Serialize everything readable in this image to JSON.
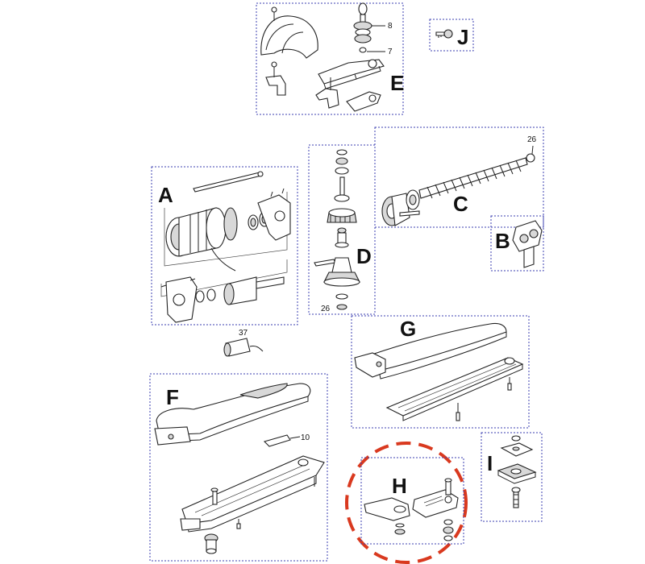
{
  "groups": [
    {
      "id": "E",
      "letter": "E"
    },
    {
      "id": "J",
      "letter": "J"
    },
    {
      "id": "A",
      "letter": "A"
    },
    {
      "id": "D",
      "letter": "D"
    },
    {
      "id": "C",
      "letter": "C"
    },
    {
      "id": "B",
      "letter": "B"
    },
    {
      "id": "G",
      "letter": "G"
    },
    {
      "id": "F",
      "letter": "F"
    },
    {
      "id": "H",
      "letter": "H"
    },
    {
      "id": "I",
      "letter": "I"
    }
  ],
  "part_numbers": {
    "p8": "8",
    "p7": "7",
    "p26_c": "26",
    "p26_d": "26",
    "p37": "37",
    "p10": "10"
  },
  "colors": {
    "box_border": "#3b3fb0",
    "highlight": "#d9391f"
  }
}
